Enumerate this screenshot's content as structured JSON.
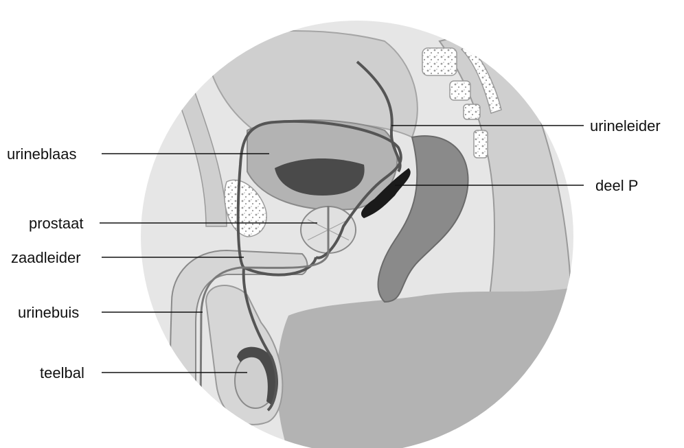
{
  "labels": {
    "urineblaas": "urineblaas",
    "prostaat": "prostaat",
    "zaadleider": "zaadleider",
    "urinebuis": "urinebuis",
    "teelbal": "teelbal",
    "urineleider": "urineleider",
    "deel_p": "deel P"
  },
  "colors": {
    "circle_background": "#e6e6e6",
    "tissue_light": "#cfcfcf",
    "tissue_mid": "#b3b3b3",
    "tissue_dark": "#8a8a8a",
    "organ_dark": "#4a4a4a",
    "duct": "#555555",
    "rectum_black": "#1a1a1a"
  }
}
